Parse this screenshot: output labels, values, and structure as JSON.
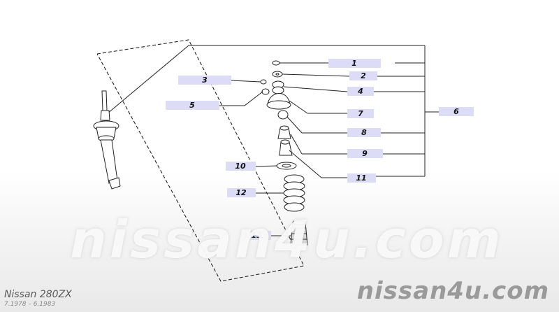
{
  "diagram": {
    "callouts": [
      "1",
      "2",
      "3",
      "4",
      "5",
      "6",
      "7",
      "8",
      "9",
      "10",
      "11",
      "12",
      "13"
    ]
  },
  "watermark": {
    "center_text": "nissan4u.com",
    "corner_text": "nissan4u.com"
  },
  "model": {
    "name": "Nissan 280ZX",
    "years": "7.1978 – 6.1983"
  },
  "colors": {
    "callout_fill": "#dcdcf6",
    "line": "#222222",
    "corner_watermark": "#9a9a9a"
  }
}
